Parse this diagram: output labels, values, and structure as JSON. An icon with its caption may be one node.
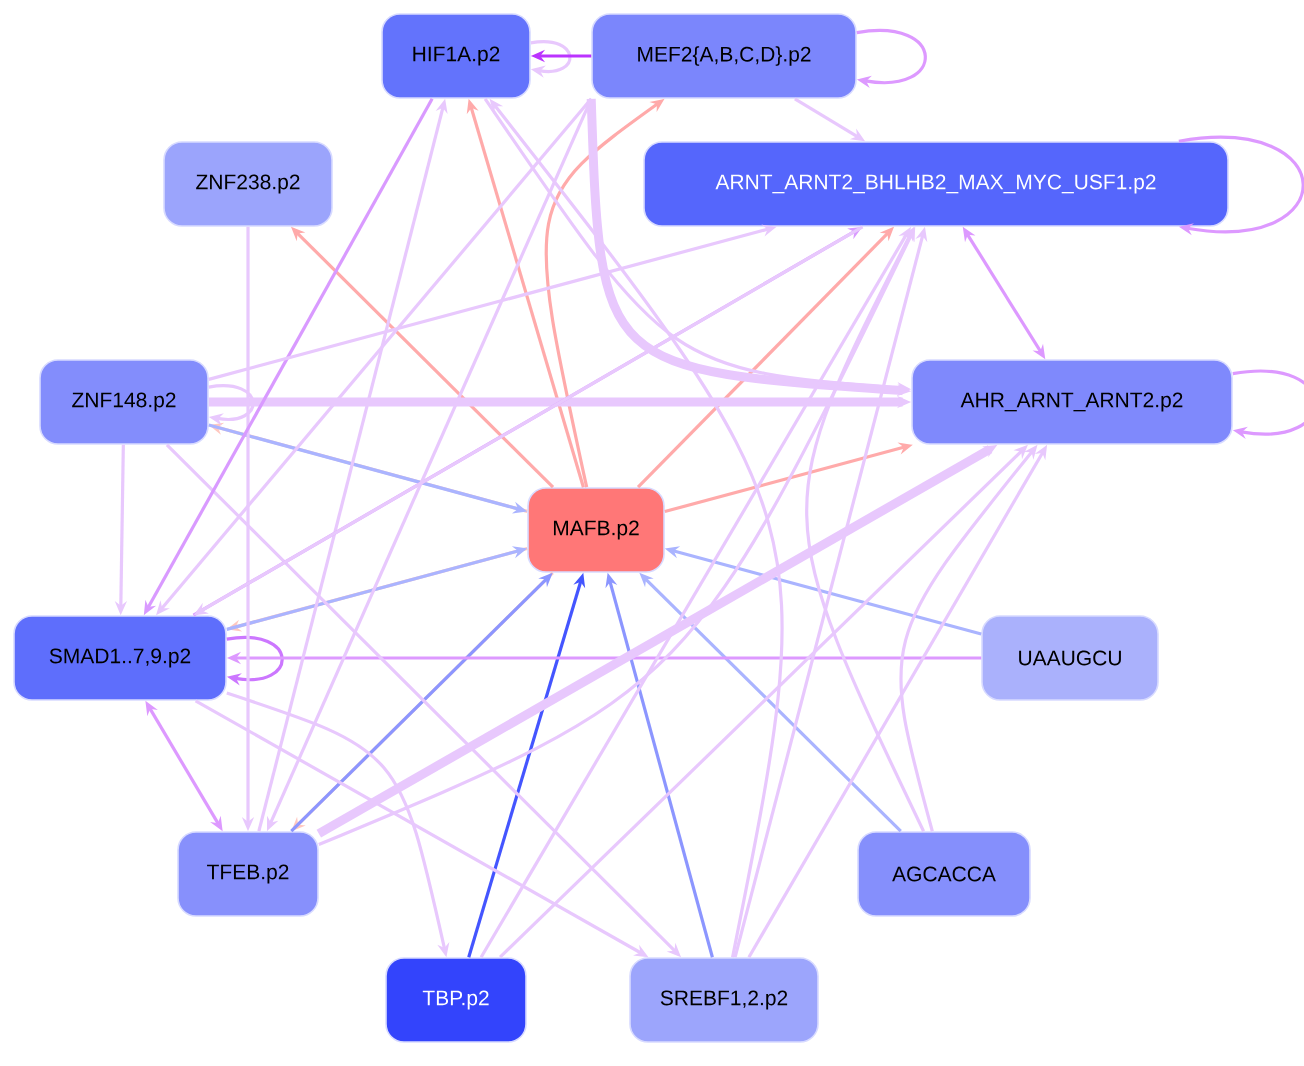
{
  "diagram": {
    "nodes": [
      {
        "text": [
          "HIF1A.p2"
        ]
      },
      {
        "text": [
          "MEF2{A,B,C,D}.p2"
        ]
      },
      {
        "text": [
          "ZNF238.p2"
        ]
      },
      {
        "text": [
          "ARNT_ARNT2_BHLHB2_MAX_MYC_USF1.p2"
        ]
      },
      {
        "text": [
          "ZNF148.p2"
        ]
      },
      {
        "text": [
          "AHR_ARNT_ARNT2.p2"
        ]
      },
      {
        "text": [
          "MAFB.p2"
        ]
      },
      {
        "text": [
          "SMAD1..7,9.p2"
        ]
      },
      {
        "text": [
          "UAAUGCU"
        ]
      },
      {
        "text": [
          "TFEB.p2"
        ]
      },
      {
        "text": [
          "AGCACCA"
        ]
      },
      {
        "text": [
          "TBP.p2"
        ]
      },
      {
        "text": [
          "SREBF1,2.p2"
        ]
      }
    ],
    "edges": [
      {
        "from": 6,
        "to": 2,
        "arrow": "to",
        "color": "#ffaaaa"
      },
      {
        "from": 6,
        "to": 0,
        "arrow": "to",
        "color": "#ffaaaa"
      },
      {
        "from": 6,
        "to": 1,
        "arrow": "to",
        "color": "#ffaaaa"
      },
      {
        "from": 6,
        "to": 3,
        "arrow": "to",
        "color": "#ffaaaa"
      },
      {
        "from": 6,
        "to": 5,
        "arrow": "to",
        "color": "#ffaaaa"
      },
      {
        "from": 6,
        "to": 4,
        "arrow": "to",
        "color": "#ffc8c0"
      },
      {
        "from": 6,
        "to": 7,
        "arrow": "to",
        "color": "#ffc8c0"
      },
      {
        "from": 6,
        "to": 9,
        "arrow": "to",
        "color": "#ffc8c0"
      },
      {
        "from": 4,
        "to": 6,
        "arrow": "to",
        "color": "#aab4ff"
      },
      {
        "from": 7,
        "to": 6,
        "arrow": "to",
        "color": "#aab4ff"
      },
      {
        "from": 9,
        "to": 6,
        "arrow": "to",
        "color": "#8c96ff"
      },
      {
        "from": 11,
        "to": 6,
        "arrow": "to",
        "color": "#4455ff"
      },
      {
        "from": 12,
        "to": 6,
        "arrow": "to",
        "color": "#8c96ff"
      },
      {
        "from": 10,
        "to": 6,
        "arrow": "to",
        "color": "#aab4ff"
      },
      {
        "from": 8,
        "to": 6,
        "arrow": "to",
        "color": "#aab4ff"
      },
      {
        "from": 0,
        "to": 0,
        "arrow": "to"
      },
      {
        "from": 1,
        "to": 1,
        "arrow": "to",
        "color": "#dd99ff"
      },
      {
        "from": 3,
        "to": 3,
        "arrow": "to",
        "color": "#dd99ff"
      },
      {
        "from": 4,
        "to": 4,
        "arrow": "to"
      },
      {
        "from": 5,
        "to": 5,
        "arrow": "to",
        "color": "#dd99ff"
      },
      {
        "from": 7,
        "to": 7,
        "arrow": "to",
        "color": "#cc77ff"
      },
      {
        "from": 1,
        "to": 0,
        "arrow": "to",
        "color": "#bb33ff"
      },
      {
        "from": 3,
        "to": 5,
        "arrow": "both",
        "color": "#dd99ff"
      },
      {
        "from": 1,
        "to": 3,
        "arrow": "to"
      },
      {
        "from": 4,
        "to": 5,
        "arrow": "to",
        "style": "thick"
      },
      {
        "from": 8,
        "to": 7,
        "arrow": "to",
        "color": "#dd99ff"
      },
      {
        "from": 4,
        "to": 7,
        "arrow": "to"
      },
      {
        "from": 2,
        "to": 9,
        "arrow": "to"
      },
      {
        "from": 7,
        "to": 9,
        "arrow": "both",
        "color": "#dd99ff"
      },
      {
        "from": 7,
        "to": 11,
        "arrow": "to"
      },
      {
        "from": 7,
        "to": 12,
        "arrow": "to"
      },
      {
        "from": 4,
        "to": 12,
        "arrow": "to"
      },
      {
        "from": 0,
        "to": 7,
        "arrow": "to",
        "color": "#d99aff"
      },
      {
        "from": 9,
        "to": 0,
        "arrow": "to"
      },
      {
        "from": 12,
        "to": 3,
        "arrow": "to"
      },
      {
        "from": 12,
        "to": 5,
        "arrow": "to"
      },
      {
        "from": 10,
        "to": 3,
        "arrow": "to"
      },
      {
        "from": 10,
        "to": 5,
        "arrow": "to"
      },
      {
        "from": 9,
        "to": 5,
        "arrow": "to",
        "style": "thick"
      },
      {
        "from": 11,
        "to": 5,
        "arrow": "to"
      },
      {
        "from": 7,
        "to": 3,
        "arrow": "to",
        "color": "#d99aff"
      },
      {
        "from": 4,
        "to": 3,
        "arrow": "to"
      },
      {
        "from": 1,
        "to": 7,
        "arrow": "to"
      },
      {
        "from": 1,
        "to": 9,
        "arrow": "to"
      },
      {
        "from": 3,
        "to": 7,
        "arrow": "to"
      },
      {
        "from": 0,
        "to": 5,
        "arrow": "to"
      },
      {
        "from": 1,
        "to": 5,
        "arrow": "to",
        "style": "thick"
      },
      {
        "from": 12,
        "to": 0,
        "arrow": "to"
      },
      {
        "from": 9,
        "to": 3,
        "arrow": "to"
      },
      {
        "from": 11,
        "to": 3,
        "arrow": "to"
      }
    ]
  }
}
